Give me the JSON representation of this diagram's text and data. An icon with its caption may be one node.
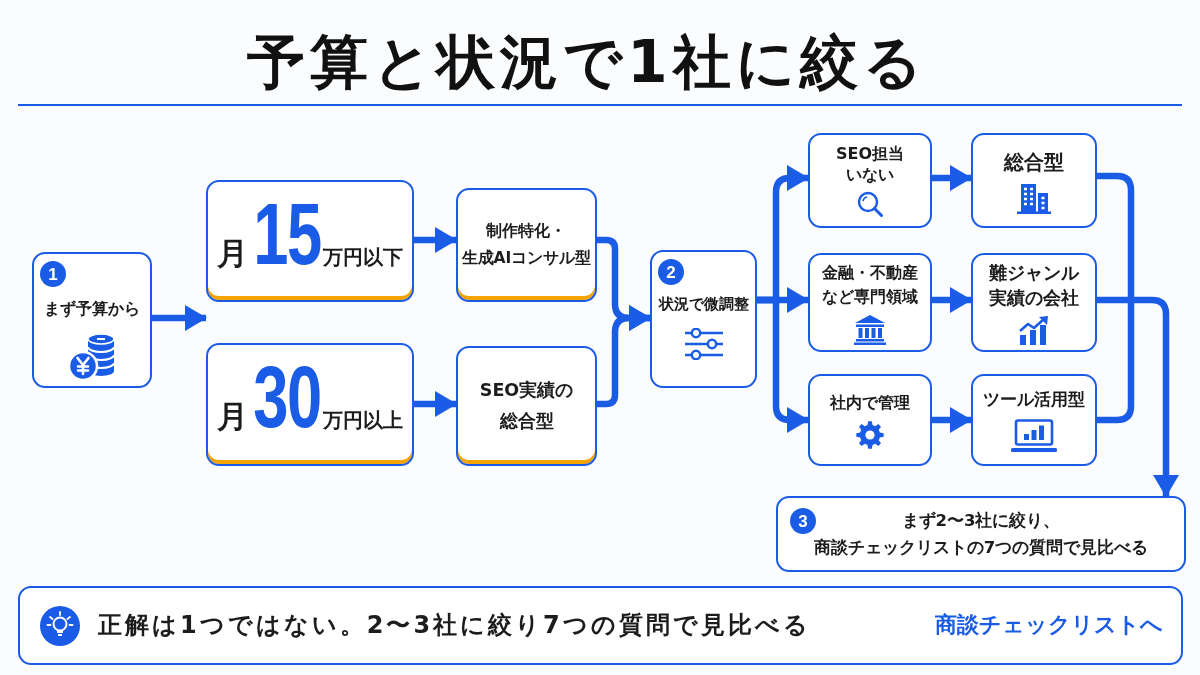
{
  "diagram": {
    "title": "予算と状況で1社に絞る",
    "nodes": [
      {
        "text": [
          "1",
          "まず予算から"
        ]
      },
      {
        "text": [
          "月",
          "15",
          "万円以下"
        ]
      },
      {
        "text": [
          "月",
          "30",
          "万円以上"
        ]
      },
      {
        "text": [
          "制作特化・生成AIコンサル型"
        ]
      },
      {
        "text": [
          "SEO実績の総合型"
        ]
      },
      {
        "text": [
          "2",
          "状況で微調整"
        ]
      },
      {
        "text": [
          "SEO担当いない"
        ]
      },
      {
        "text": [
          "総合型"
        ]
      },
      {
        "text": [
          "金融・不動産など専門領域"
        ]
      },
      {
        "text": [
          "難ジャンル実績の会社"
        ]
      },
      {
        "text": [
          "社内で管理"
        ]
      },
      {
        "text": [
          "ツール活用型"
        ]
      },
      {
        "text": [
          "3",
          "まず2〜3社に絞り、商談チェックリストの7つの質問で見比べる"
        ]
      },
      {
        "text": [
          "正解は1つではない。2〜3社に絞り7つの質問で見比べる",
          "商談チェックリストへ"
        ]
      }
    ],
    "edges": [
      {
        "from": 0,
        "to": 1,
        "arrow": "to"
      },
      {
        "from": 1,
        "to": 3,
        "arrow": "to"
      },
      {
        "from": 2,
        "to": 4,
        "arrow": "to"
      },
      {
        "from": 3,
        "to": 5,
        "arrow": "to"
      },
      {
        "from": 4,
        "to": 5,
        "arrow": "to"
      },
      {
        "from": 5,
        "to": 6,
        "arrow": "to"
      },
      {
        "from": 5,
        "to": 8,
        "arrow": "to"
      },
      {
        "from": 5,
        "to": 10,
        "arrow": "to"
      },
      {
        "from": 6,
        "to": 7,
        "arrow": "to"
      },
      {
        "from": 8,
        "to": 9,
        "arrow": "to"
      },
      {
        "from": 10,
        "to": 11,
        "arrow": "to"
      },
      {
        "from": 7,
        "to": 12,
        "arrow": "to"
      },
      {
        "from": 9,
        "to": 12,
        "arrow": "to"
      },
      {
        "from": 11,
        "to": 12,
        "arrow": "to"
      }
    ]
  }
}
